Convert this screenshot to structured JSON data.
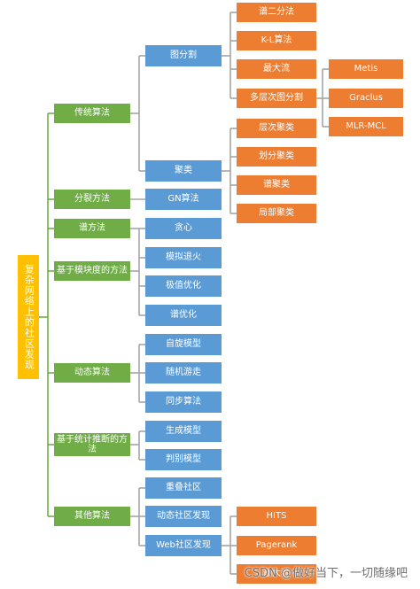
{
  "root": "复杂网络上的社区发现",
  "level1": {
    "traditional": "传统算法",
    "divisive": "分裂方法",
    "spectral": "谱方法",
    "modularity": "基于模块度的方法",
    "dynamic": "动态算法",
    "statistical": "基于统计推断的方法",
    "other": "其他算法"
  },
  "level2": {
    "graph_partition": "图分割",
    "clustering": "聚类",
    "gn": "GN算法",
    "greedy": "贪心",
    "annealing": "模拟退火",
    "extremal": "极值优化",
    "spectral_opt": "谱优化",
    "spin": "自旋模型",
    "random_walk": "随机游走",
    "sync": "同步算法",
    "generative": "生成模型",
    "discriminative": "判别模型",
    "overlap": "重叠社区",
    "dynamic_community": "动态社区发现",
    "web_community": "Web社区发现"
  },
  "level3": {
    "bisection": "谱二分法",
    "kl": "K-L算法",
    "maxflow": "最大流",
    "multilevel": "多层次图分割",
    "hierarchical": "层次聚类",
    "partitional": "划分聚类",
    "spectral_cluster": "谱聚类",
    "local": "局部聚类",
    "hits": "HITS",
    "pagerank": "Pagerank",
    "maxflow2": "最大流"
  },
  "level4": {
    "metis": "Metis",
    "graclus": "Graclus",
    "mlr_mcl": "MLR-MCL"
  },
  "watermark": "CSDN @做好当下，一切随缘吧"
}
